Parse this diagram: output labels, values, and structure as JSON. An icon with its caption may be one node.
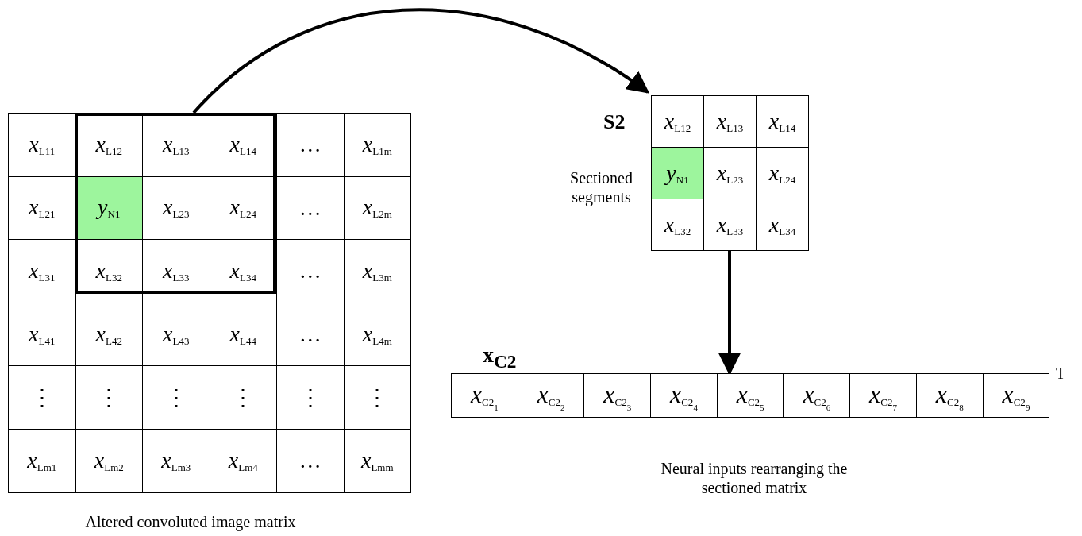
{
  "diagram": {
    "nodes": [
      {
        "text": [],
        "shape": "box",
        "beside": [
          "Altered convoluted image matrix"
        ]
      },
      {
        "text": [],
        "shape": "box",
        "in": 0
      },
      {
        "text": [
          "S2"
        ],
        "beside": [
          "Sectioned segments"
        ]
      },
      {
        "text": [
          "x$_{C2}$"
        ],
        "beside": [
          "T",
          "Neural inputs rearranging the sectioned matrix"
        ]
      }
    ],
    "edges": [
      {
        "from": 1,
        "to": 2,
        "arrow": "to"
      },
      {
        "from": 2,
        "to": 3,
        "arrow": "to"
      }
    ],
    "labels": [
      "*x*$_{L11}$",
      "*x*$_{L12}$",
      "*x*$_{L13}$",
      "*x*$_{L14}$",
      "…",
      "*x*$_{L1m}$",
      "*x*$_{L21}$",
      "*y*$_{N1}$",
      "*x*$_{L23}$",
      "*x*$_{L24}$",
      "…",
      "*x*$_{L2m}$",
      "*x*$_{L31}$",
      "*x*$_{L32}$",
      "*x*$_{L33}$",
      "*x*$_{L34}$",
      "…",
      "*x*$_{L3m}$",
      "*x*$_{L41}$",
      "*x*$_{L42}$",
      "*x*$_{L43}$",
      "*x*$_{L44}$",
      "…",
      "*x*$_{L4m}$",
      "⋮",
      "⋮",
      "⋮",
      "⋮",
      "⋮",
      "⋮",
      "*x*$_{Lm1}$",
      "*x*$_{Lm2}$",
      "*x*$_{Lm3}$",
      "*x*$_{Lm4}$",
      "…",
      "*x*$_{Lmm}$",
      "*x*$_{L12}$",
      "*x*$_{L13}$",
      "*x*$_{L14}$",
      "*y*$_{N1}$",
      "*x*$_{L23}$",
      "*x*$_{L24}$",
      "*x*$_{L32}$",
      "*x*$_{L33}$",
      "*x*$_{L34}$",
      "*x*$_{C2}$$_{1}$",
      "*x*$_{C2}$$_{2}$",
      "*x*$_{C2}$$_{3}$",
      "*x*$_{C2}$$_{4}$",
      "*x*$_{C2}$$_{5}$",
      "*x*$_{C2}$$_{6}$",
      "*x*$_{C2}$$_{7}$",
      "*x*$_{C2}$$_{8}$",
      "*x*$_{C2}$$_{9}$"
    ]
  }
}
